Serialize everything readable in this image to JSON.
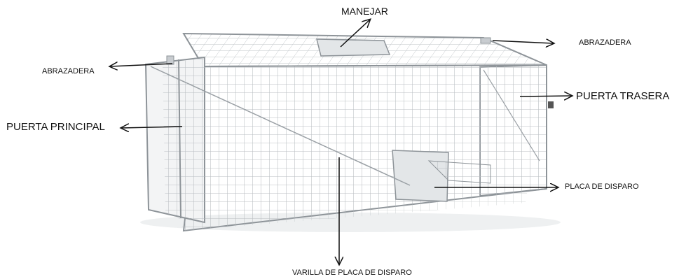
{
  "labels": {
    "handle": "MANEJAR",
    "clamp_right": "ABRAZADERA",
    "clamp_left": "ABRAZADERA",
    "rear_door": "PUERTA TRASERA",
    "main_door": "PUERTA PRINCIPAL",
    "trigger_plate": "PLACA DE DISPARO",
    "trigger_rod": "VARILLA DE PLACA DE DISPARO"
  },
  "colors": {
    "background": "#ffffff",
    "wire": "#b9bec2",
    "wire_dark": "#8e9499",
    "plate": "#e3e6e8",
    "arrow": "#111111"
  }
}
